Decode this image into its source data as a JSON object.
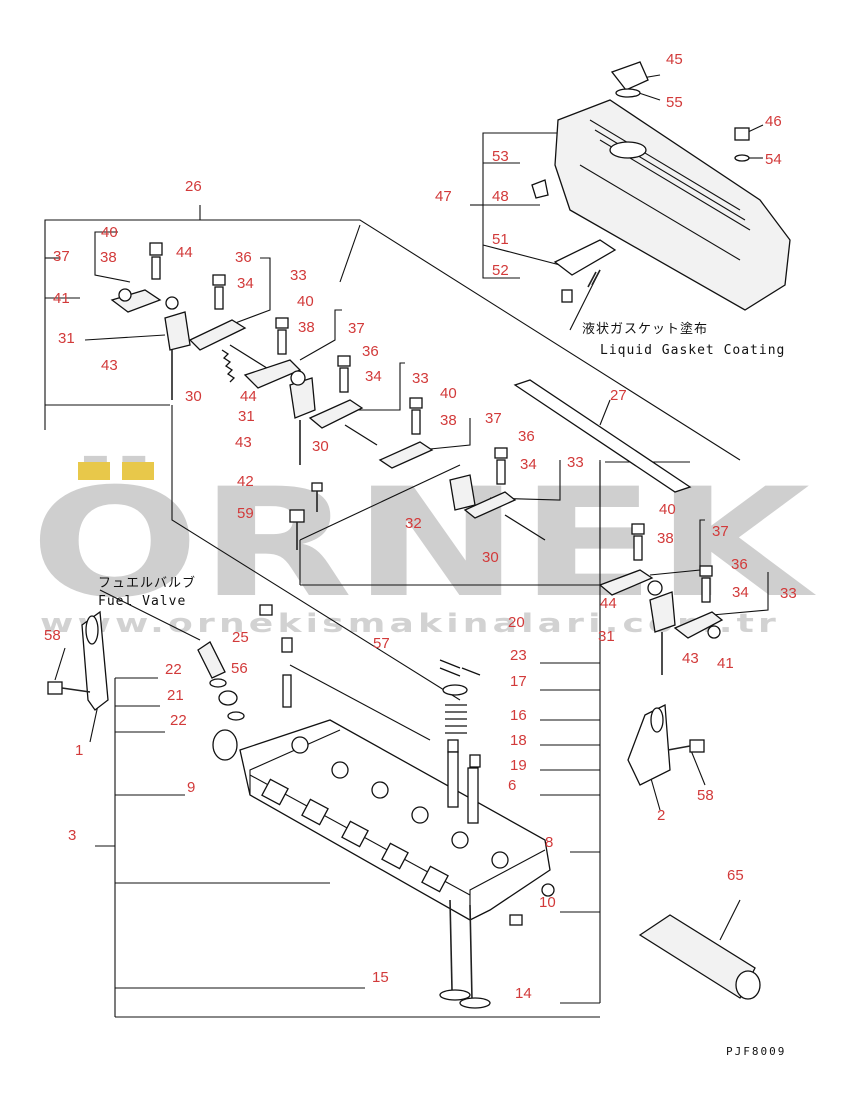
{
  "diagram": {
    "code": "PJF8009",
    "notes": {
      "liquid_gasket_jp": "液状ガスケット塗布",
      "liquid_gasket_en": "Liquid Gasket Coating",
      "fuel_valve_jp": "フュエルバルブ",
      "fuel_valve_en": "Fuel Valve"
    },
    "watermark": {
      "brand": "ÖRNEK",
      "url": "www.ornekismakinalari.com.tr"
    },
    "accent_color": "#d23a3a",
    "callouts": [
      "1",
      "2",
      "3",
      "6",
      "8",
      "9",
      "10",
      "14",
      "15",
      "16",
      "17",
      "18",
      "19",
      "20",
      "21",
      "22",
      "23",
      "25",
      "26",
      "27",
      "30",
      "31",
      "32",
      "33",
      "34",
      "36",
      "37",
      "38",
      "40",
      "41",
      "42",
      "43",
      "44",
      "45",
      "46",
      "47",
      "48",
      "51",
      "52",
      "53",
      "54",
      "55",
      "56",
      "57",
      "58",
      "59",
      "65"
    ]
  }
}
